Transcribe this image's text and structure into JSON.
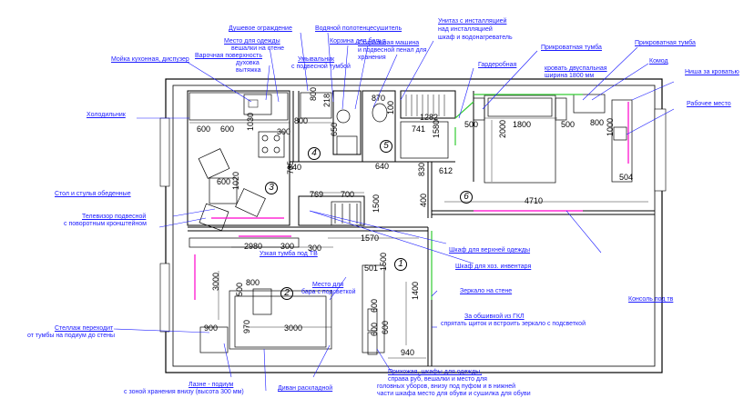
{
  "labels": {
    "dushevoe": "Душевое ограждение",
    "polotence": "Водяной полотенцесушитель",
    "unitaz1": "Унитаз с инсталляцией",
    "unitaz2": "над инсталляцией",
    "unitaz3": "шкаф и водонагреватель",
    "mesto_odezhdy1": "Место для одежды",
    "mesto_odezhdy2": "вешалки на стене",
    "korzina": "Корзина для белья",
    "varochnaya": "Варочная поверхность",
    "duhovka": "духовка",
    "vytyazhka": "вытяжка",
    "stiralnaya1": "Стиральная  машина",
    "stiralnaya2": "и подвесной пенал для",
    "stiralnaya3": "хранения",
    "umyvalnik1": "Умывальник",
    "umyvalnik2": "с подвесной тумбой",
    "prikrovatnaya_left": "Прикроватная тумба",
    "prikrovatnaya_right": "Прикроватная тумба",
    "moyka": "Мойка кухонная, диспузер",
    "garderobnaya": "Гардеробная",
    "krovat1": "кровать двуспальная",
    "krovat2": "ширина 1800 мм",
    "komod": "Комод",
    "nisha": "Ниша за кроватью",
    "holodilnik": "Холодильник",
    "rabochee": "Рабочее место",
    "stol": "Стол и стулья обеденные",
    "televizor1": "Телевизор подвесной",
    "televizor2": "с поворотным кронштейном",
    "uzkaya_tumba": "Узкая тумба под ТВ",
    "shkaf_verh": "Шкаф для верхней одежды",
    "shkaf_hoz": "Шкаф для хоз. инвентаря",
    "mesto_bara1": "Место  для",
    "mesto_bara2": "бара с подсветкой",
    "zerkalo": "Зеркало на стене",
    "konsol": "Консоль под тв",
    "za_obshivkoy1": "За обшивкой из ГКЛ",
    "za_obshivkoy2": "спрятать щиток и встроить зеркало с подсветкой",
    "stellazh1": "Стеллаж переходит",
    "stellazh2": "от тумбы на подиум до стены",
    "prihozhaya1": "Прихожая,  шкафы для одежды,",
    "prihozhaya2": "справа руб, вешалки и место для",
    "prihozhaya3": "головных уборов, внизу под пуфом и в нижней",
    "prihozhaya4": "части шкафа место для обуви и сушилка для обуви",
    "laznye1": "Лазне - подиум",
    "laznye2": "с зоной хранения внизу (высота 300 мм)",
    "divan": "Диван раскладной"
  },
  "dims": {
    "d600a": "600",
    "d600b": "600",
    "d1030": "1030",
    "d300a": "300",
    "d800a": "800",
    "d800b": "800",
    "d218": "218",
    "d650": "650",
    "d870": "870",
    "d100": "100",
    "d1282": "1282",
    "d500a": "500",
    "d1800": "1800",
    "d500b": "500",
    "d800c": "800c",
    "d741": "741",
    "d1580": "1580",
    "d640a": "640",
    "d640b": "640",
    "d612": "612",
    "d2000": "2000",
    "d1000": "1000",
    "d504": "504",
    "d735": "735",
    "d600c": "600",
    "d1020": "1020",
    "d769": "769",
    "d700": "700",
    "d830": "830",
    "d4710": "4710",
    "d400": "400",
    "d1500": "1500",
    "d1570": "1570",
    "d2980": "2980",
    "d300b": "300",
    "d300c": "300",
    "d501": "501",
    "d800d": "800",
    "d500c": "500",
    "d3000a": "3000",
    "d3000b": "3000",
    "d900": "900",
    "d970": "970",
    "d600d": "600",
    "d600e": "600",
    "d600f": "600",
    "d1400": "1400",
    "d940": "940",
    "d1500b": "1500"
  },
  "rooms": {
    "r1": "1",
    "r2": "2",
    "r3": "3",
    "r4": "4",
    "r5": "5",
    "r6": "6"
  },
  "colors": {
    "annotation": "#1a1aff",
    "wall": "#000000",
    "accent": "#ff00cc",
    "door": "#33cc33"
  }
}
